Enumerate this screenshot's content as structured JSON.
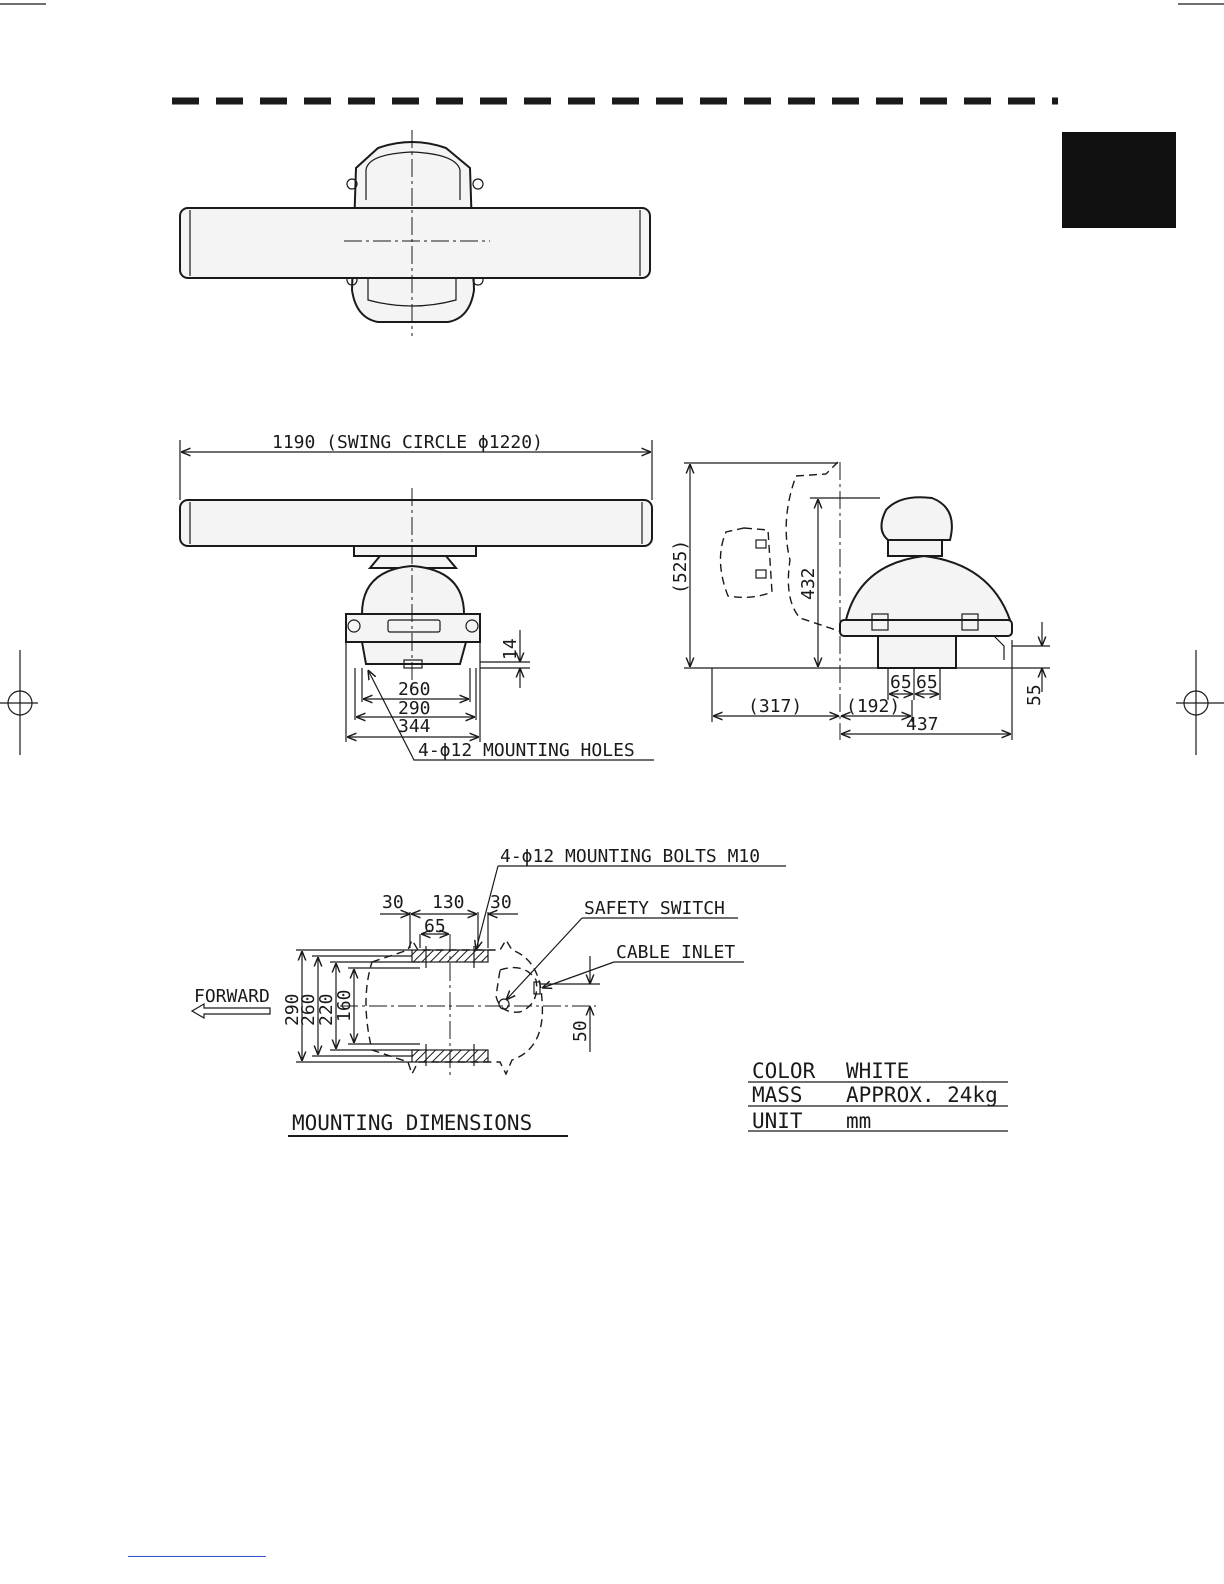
{
  "colors": {
    "ink": "#1a1a1a",
    "tab": "#111111"
  },
  "side_view": {
    "width_label": "1190 (SWING CIRCLE ϕ1220)",
    "dim_14": "14",
    "dim_260": "260",
    "dim_290": "290",
    "dim_344": "344",
    "holes_label": "4-ϕ12 MOUNTING HOLES"
  },
  "profile_view": {
    "dim_525": "(525)",
    "dim_432": "432",
    "dim_65a": "65",
    "dim_65b": "65",
    "dim_55": "55",
    "dim_317": "(317)",
    "dim_192": "(192)",
    "dim_437": "437"
  },
  "mounting": {
    "bolts_label": "4-ϕ12 MOUNTING BOLTS M10",
    "dim_30a": "30",
    "dim_130": "130",
    "dim_30b": "30",
    "dim_65": "65",
    "safety_switch": "SAFETY SWITCH",
    "cable_inlet": "CABLE INLET",
    "forward": "FORWARD",
    "dim_290": "290",
    "dim_260": "260",
    "dim_220": "220",
    "dim_160": "160",
    "dim_50": "50",
    "title": "MOUNTING DIMENSIONS"
  },
  "specs": [
    {
      "key": "COLOR",
      "value": "WHITE"
    },
    {
      "key": "MASS",
      "value": "APPROX. 24kg"
    },
    {
      "key": "UNIT",
      "value": "mm"
    }
  ]
}
